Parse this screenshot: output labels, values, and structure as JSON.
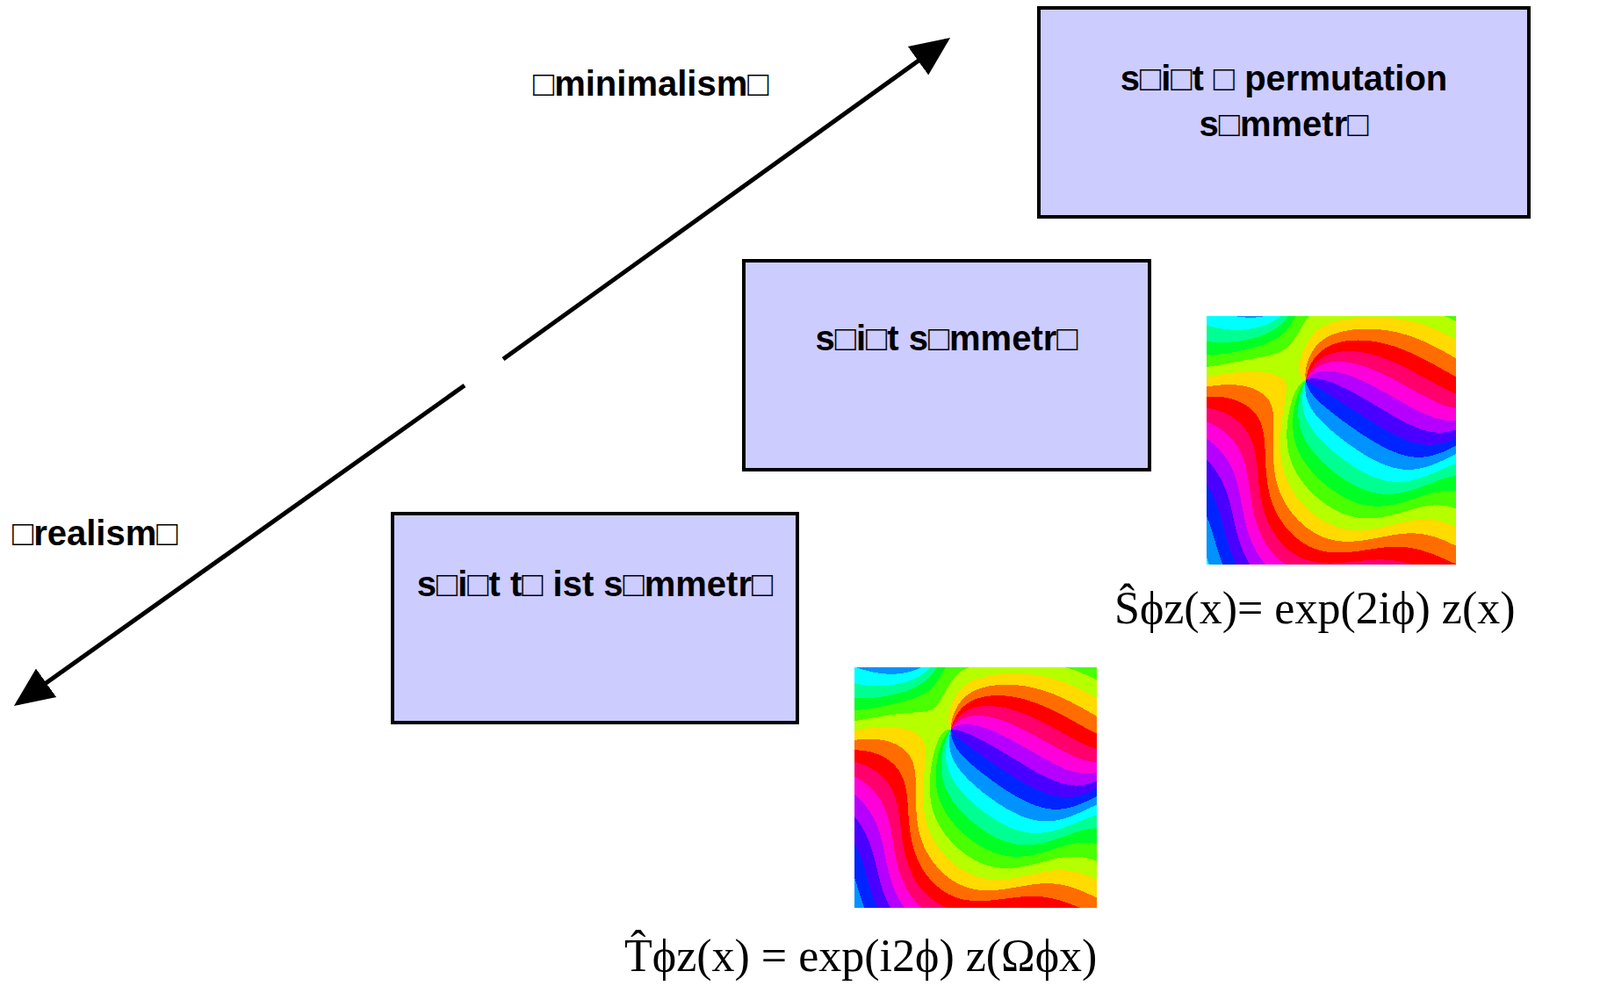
{
  "diagram": {
    "nodes": [
      {
        "text": [
          "s□i□t □ permutation s□mmetr□"
        ]
      },
      {
        "text": [
          "s□i□t s□mmetr□"
        ]
      },
      {
        "text": [
          "s□i□t t□ ist s□mmetr□"
        ]
      }
    ],
    "labels": [
      "□minimalism□",
      "□realism□",
      "Ŝϕz(x)= exp(2iϕ) z(x)",
      "T̂ϕz(x) = exp(i2ϕ) z(Ωϕx)"
    ]
  }
}
